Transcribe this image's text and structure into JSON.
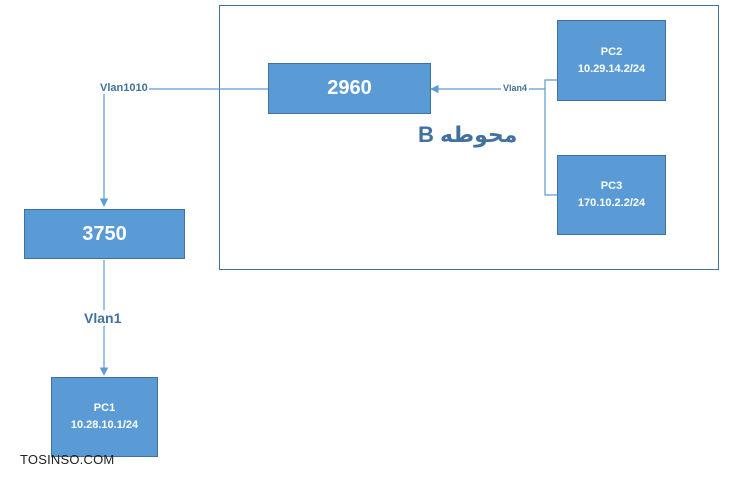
{
  "colors": {
    "node_fill": "#5b9bd5",
    "node_border": "#41719c",
    "line": "#5b9bd5",
    "label": "#41719c"
  },
  "nodes": {
    "switch_2960": {
      "label": "2960"
    },
    "switch_3750": {
      "label": "3750"
    },
    "pc1": {
      "name": "PC1",
      "ip": "10.28.10.1/24"
    },
    "pc2": {
      "name": "PC2",
      "ip": "10.29.14.2/24"
    },
    "pc3": {
      "name": "PC3",
      "ip": "170.10.2.2/24"
    }
  },
  "links": {
    "vlan1010": "Vlan1010",
    "vlan4": "Vlan4",
    "vlan1": "Vlan1"
  },
  "area": {
    "label": "محوطه B"
  },
  "watermark": "TOSINSO.COM"
}
